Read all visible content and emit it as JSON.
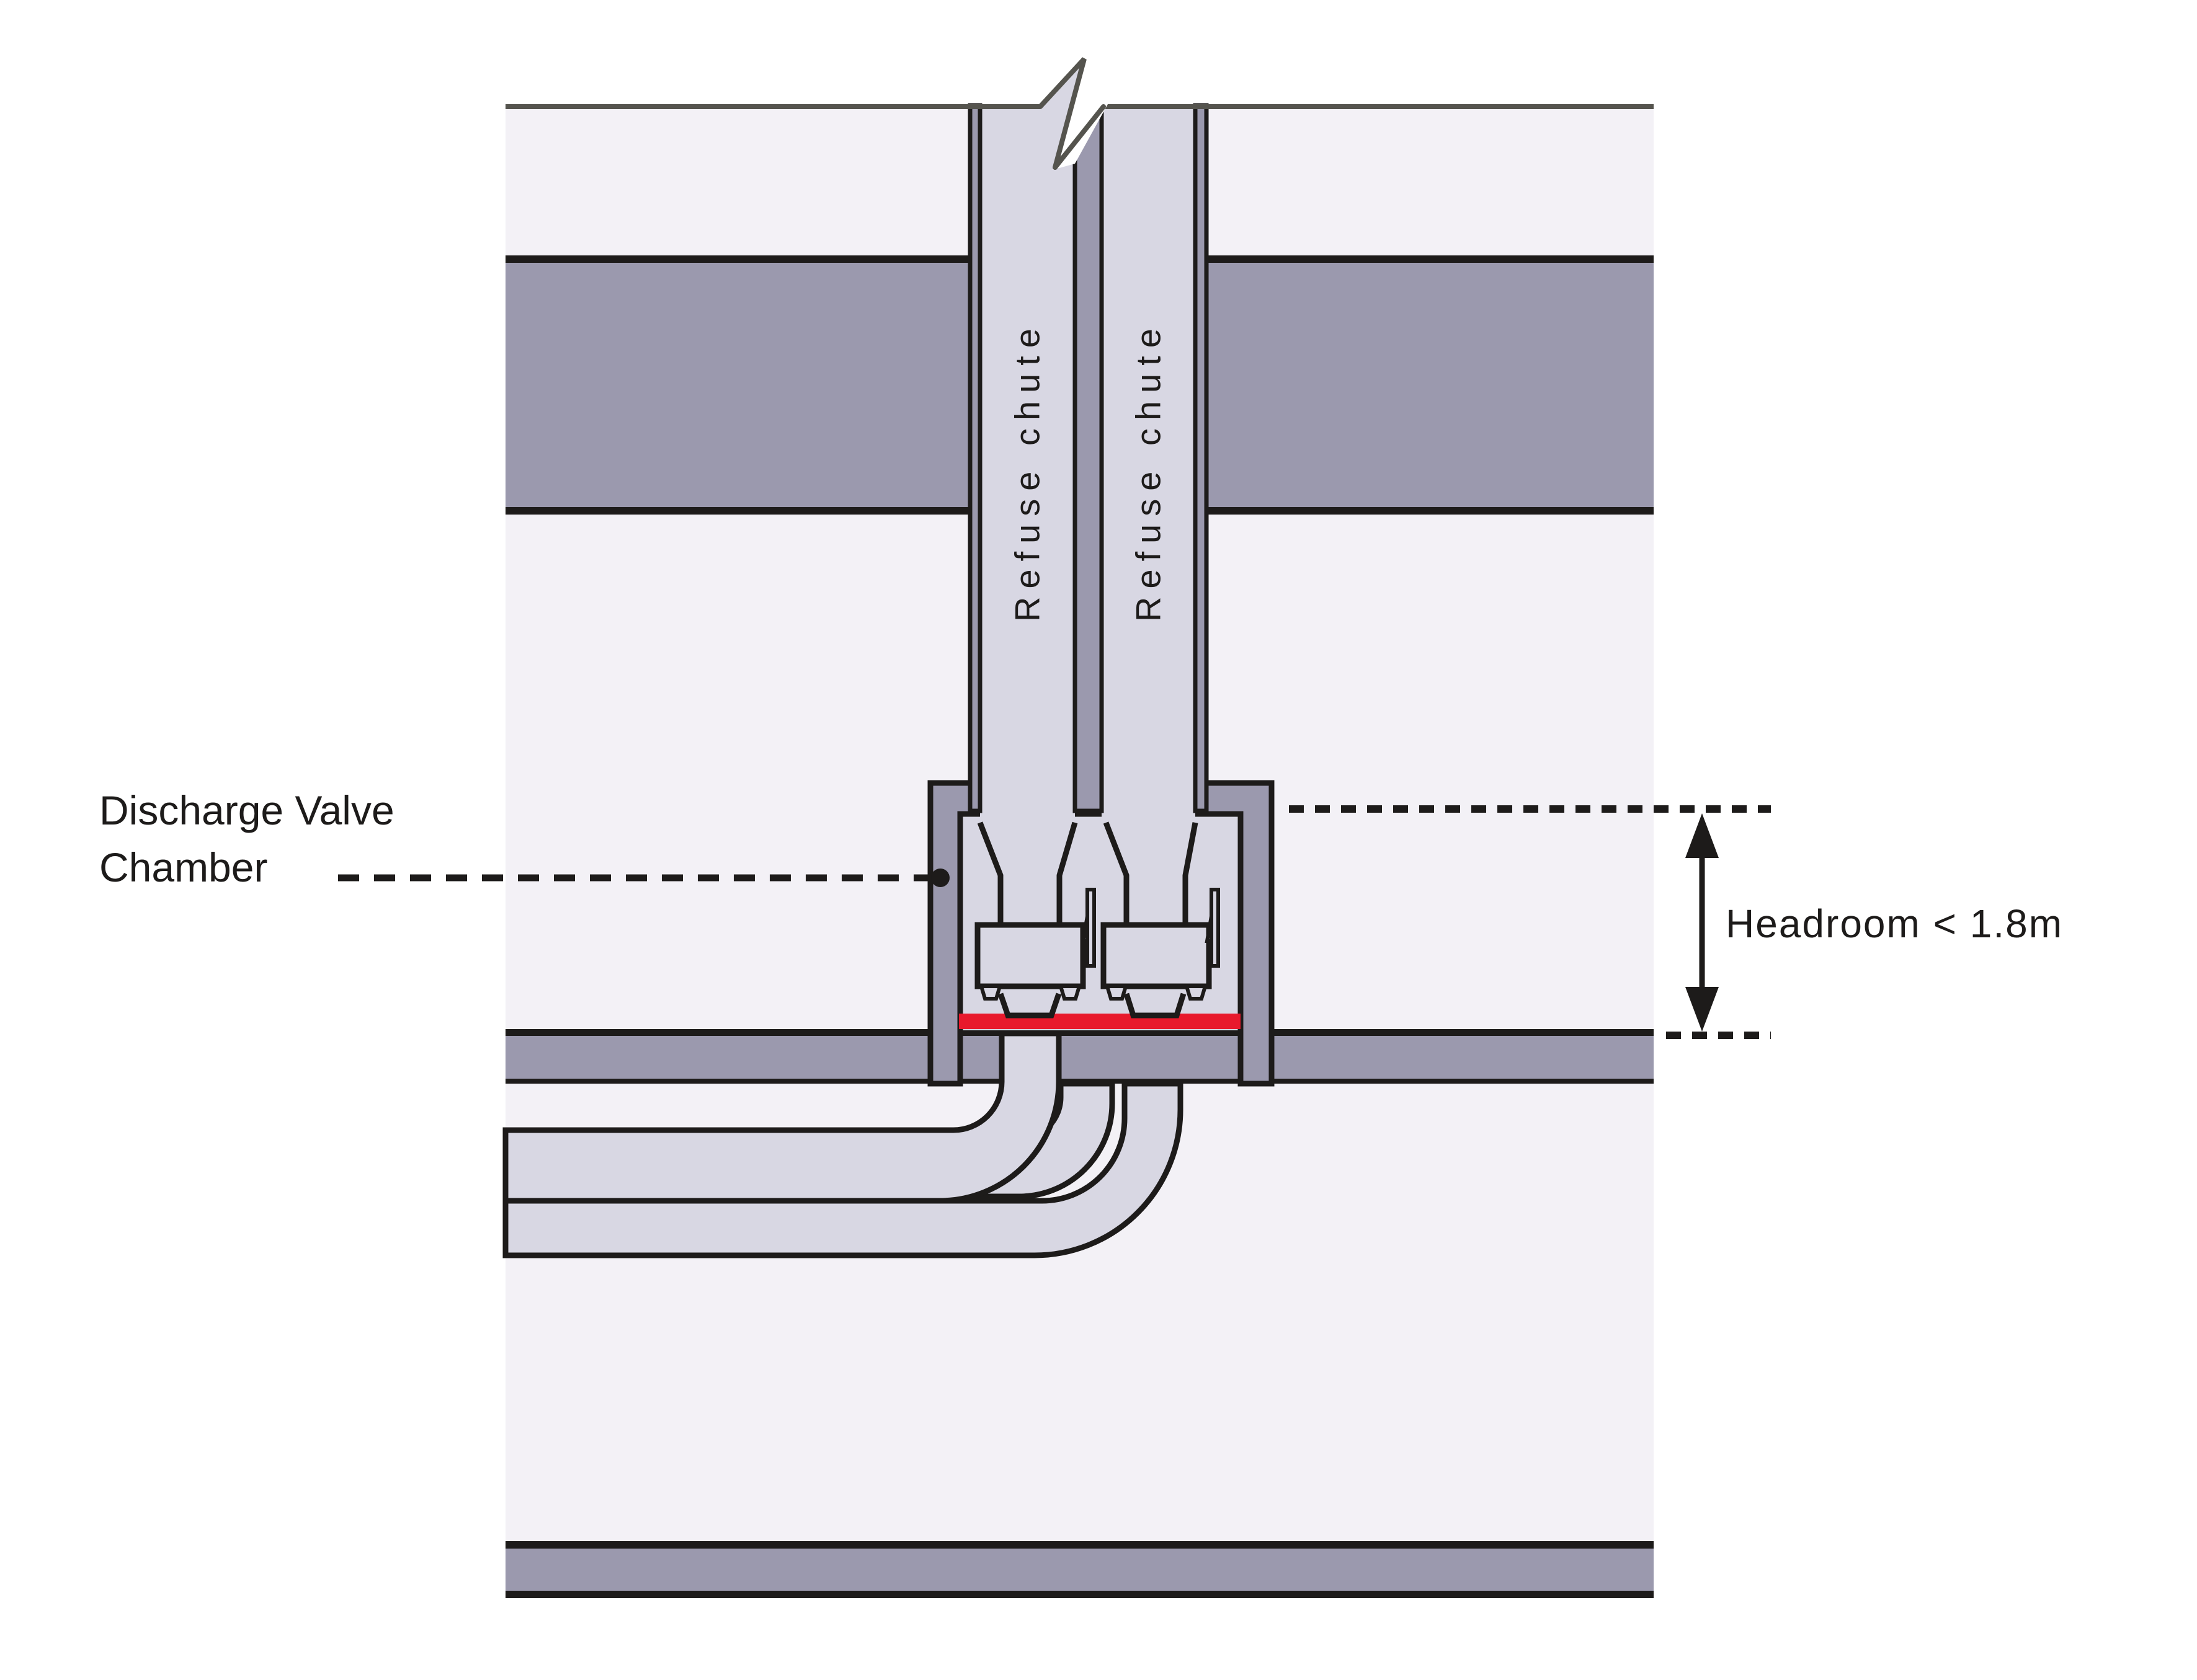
{
  "diagram": {
    "chutes": {
      "left_label": "Refuse chute",
      "right_label": "Refuse chute"
    },
    "chamber_label": {
      "line1": "Discharge Valve",
      "line2": "Chamber"
    },
    "headroom": {
      "label": "Headroom < 1.8m"
    }
  },
  "colors": {
    "wall-light": "#f3f1f6",
    "structure-dark": "#9b99ae",
    "component-light": "#d8d7e3",
    "outline-black": "#1d1b1a",
    "roofline-gray": "#55544e",
    "alert-red": "#e8192c",
    "text": "#1d1b1a",
    "background": "#ffffff"
  }
}
